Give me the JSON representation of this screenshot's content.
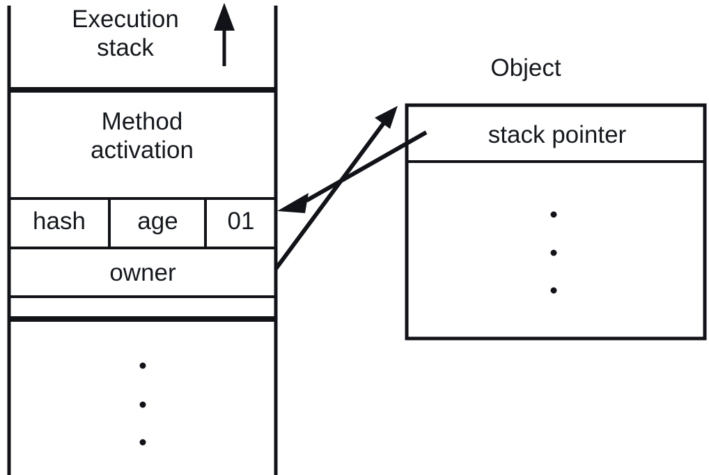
{
  "diagram": {
    "title": "Execution stack and object stack pointer diagram",
    "background_color": "#ffffff",
    "stroke_color": "#111318",
    "text_color": "#15181d"
  },
  "stack": {
    "header_label": "Execution\nstack",
    "growth_arrow": "up-arrow-icon",
    "frame_label": "Method\nactivation",
    "fields_row": [
      {
        "label": "hash"
      },
      {
        "label": "age"
      },
      {
        "label": "01"
      }
    ],
    "owner_row_label": "owner",
    "empty_row_label": "",
    "ellipsis_dots": 3
  },
  "object": {
    "title_label": "Object",
    "header_field_label": "stack pointer",
    "body_ellipsis_dots": 3
  },
  "connectors": [
    {
      "name": "owner-to-object-arrow",
      "from": "owner row right edge",
      "to": "object box top-left corner",
      "direction": "up-right"
    },
    {
      "name": "stack-pointer-to-frame-arrow",
      "from": "stack pointer field",
      "to": "method activation frame right edge",
      "direction": "down-left"
    }
  ]
}
